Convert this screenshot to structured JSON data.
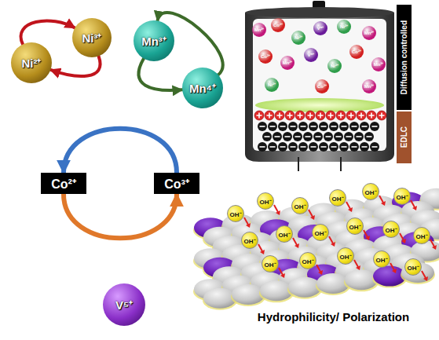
{
  "diagram": {
    "nodes": [
      {
        "text": [
          "Ni²⁺"
        ]
      },
      {
        "text": [
          "Ni³⁺"
        ]
      },
      {
        "text": [
          "Mn³⁺"
        ]
      },
      {
        "text": [
          "Mn⁴⁺"
        ]
      },
      {
        "text": [
          "Diffusion controlled"
        ]
      },
      {
        "text": [
          "EDLC"
        ]
      },
      {
        "text": [
          "Mn²⁺"
        ]
      },
      {
        "text": [
          "Co²⁺"
        ]
      },
      {
        "text": [
          "Ni²⁺"
        ]
      },
      {
        "text": [
          "V⁵⁺"
        ]
      },
      {
        "text": [
          "Ni²⁺"
        ]
      },
      {
        "text": [
          "Mn²⁺"
        ]
      },
      {
        "text": [
          "Co²⁺"
        ]
      },
      {
        "text": [
          "Mn²⁺"
        ]
      },
      {
        "text": [
          "V⁵⁺"
        ]
      },
      {
        "text": [
          "Ni²⁺"
        ]
      },
      {
        "text": [
          "Co²⁺"
        ]
      },
      {
        "text": [
          "Mn²⁺"
        ]
      },
      {
        "text": [
          "Ni²⁺"
        ]
      },
      {
        "text": [
          "Co²⁺"
        ]
      },
      {
        "text": [
          "Mn²⁺"
        ]
      },
      {
        "text": [
          "Co²⁺"
        ]
      },
      {
        "text": [
          "Co³⁺"
        ]
      },
      {
        "text": [
          "OH⁻"
        ]
      },
      {
        "text": [
          "OH⁻"
        ]
      },
      {
        "text": [
          "OH⁻"
        ]
      },
      {
        "text": [
          "OH⁻"
        ]
      },
      {
        "text": [
          "OH⁻"
        ]
      },
      {
        "text": [
          "OH⁻"
        ]
      },
      {
        "text": [
          "OH⁻"
        ]
      },
      {
        "text": [
          "OH⁻"
        ]
      },
      {
        "text": [
          "OH⁻"
        ]
      },
      {
        "text": [
          "OH⁻"
        ]
      },
      {
        "text": [
          "OH⁻"
        ]
      },
      {
        "text": [
          "OH⁻"
        ]
      },
      {
        "text": [
          "OH⁻"
        ]
      },
      {
        "text": [
          "OH⁻"
        ]
      },
      {
        "text": [
          "OH⁻"
        ]
      },
      {
        "text": [
          "OH⁻"
        ]
      },
      {
        "text": [
          "OH⁻"
        ]
      },
      {
        "text": [
          "V⁵⁺"
        ]
      }
    ],
    "edges": [
      {
        "from": 0,
        "to": 1,
        "arrow": "to"
      },
      {
        "from": 1,
        "to": 0,
        "arrow": "to"
      },
      {
        "from": 3,
        "to": 2,
        "arrow": "to"
      },
      {
        "from": 2,
        "to": 3,
        "arrow": "to"
      },
      {
        "from": 22,
        "to": 21,
        "arrow": "to"
      },
      {
        "from": 21,
        "to": 22,
        "arrow": "to"
      }
    ],
    "labels": [
      "Hydrophilicity/ Polarization"
    ]
  }
}
